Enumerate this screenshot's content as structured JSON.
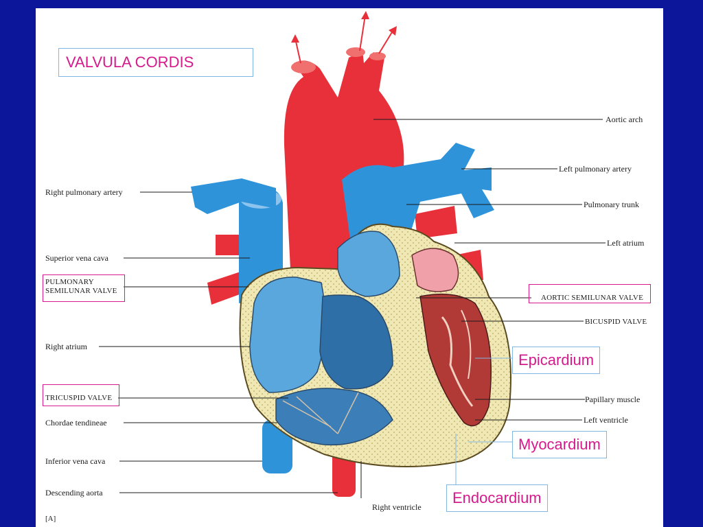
{
  "slide_title": "VALVULA CORDIS",
  "colors": {
    "background": "#0b169a",
    "accent": "#d51a8c",
    "box_border": "#7fb6e3",
    "artery_red": "#e8303a",
    "vein_blue": "#2f93d9"
  },
  "left_labels": {
    "right_pulmonary_artery": "Right pulmonary artery",
    "superior_vena_cava": "Superior vena cava",
    "pulmonary_semilunar_valve_line1": "PULMONARY",
    "pulmonary_semilunar_valve_line2": "SEMILUNAR VALVE",
    "right_atrium": "Right atrium",
    "tricuspid_valve": "TRICUSPID VALVE",
    "chordae_tendineae": "Chordae tendineae",
    "inferior_vena_cava": "Inferior vena cava",
    "descending_aorta": "Descending aorta",
    "figure_tag": "[A]"
  },
  "right_labels": {
    "aortic_arch": "Aortic arch",
    "left_pulmonary_artery": "Left pulmonary artery",
    "pulmonary_trunk": "Pulmonary trunk",
    "left_atrium": "Left atrium",
    "aortic_semilunar_valve": "AORTIC SEMILUNAR VALVE",
    "bicuspid_valve": "BICUSPID VALVE",
    "papillary_muscle": "Papillary muscle",
    "left_ventricle": "Left ventricle"
  },
  "bottom_labels": {
    "right_ventricle": "Right ventricle"
  },
  "layer_boxes": {
    "epicardium": "Epicardium",
    "myocardium": "Myocardium",
    "endocardium": "Endocardium"
  }
}
